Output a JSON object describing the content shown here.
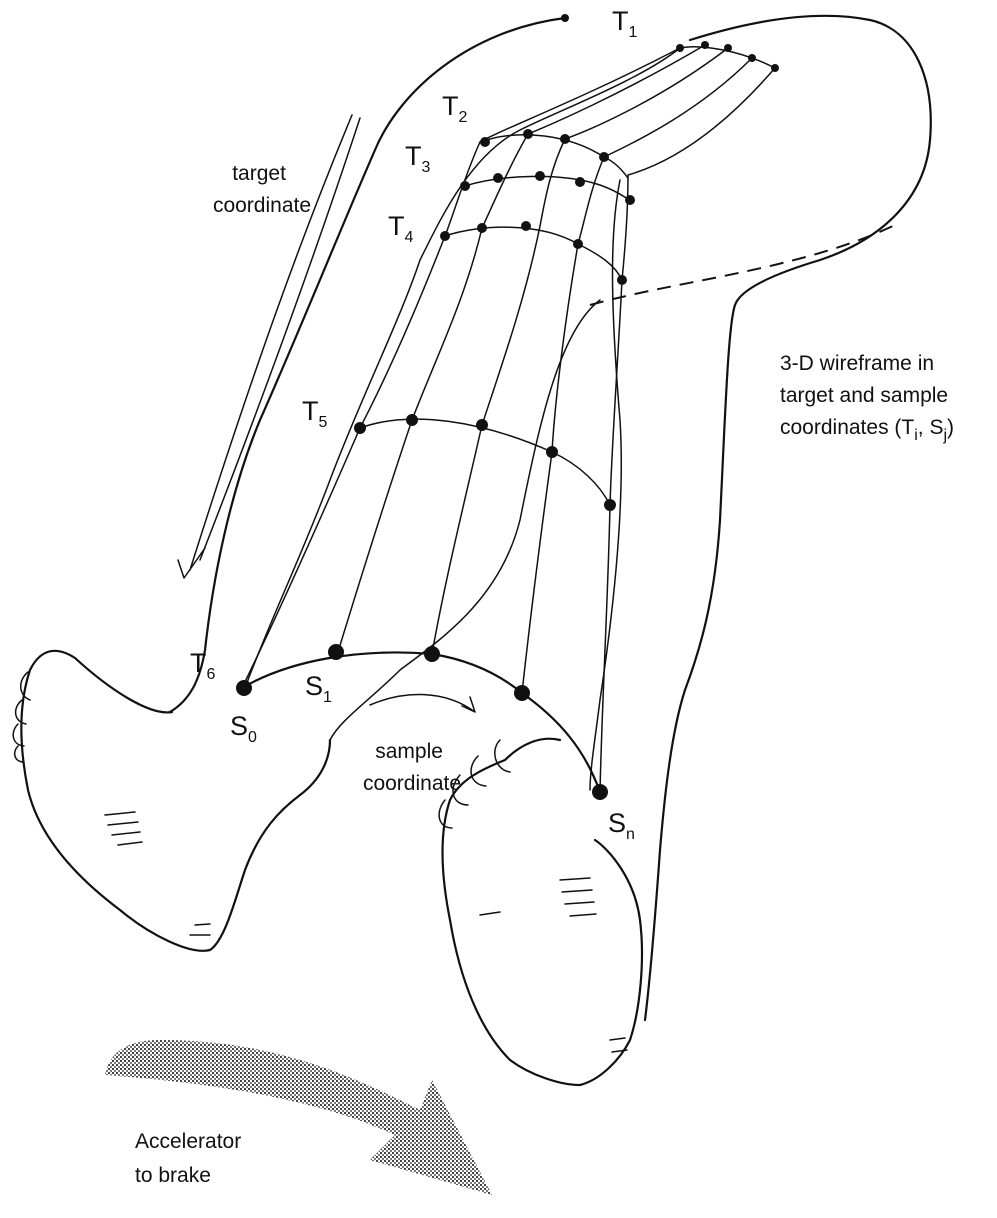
{
  "labels": {
    "T1": {
      "base": "T",
      "sub": "1"
    },
    "T2": {
      "base": "T",
      "sub": "2"
    },
    "T3": {
      "base": "T",
      "sub": "3"
    },
    "T4": {
      "base": "T",
      "sub": "4"
    },
    "T5": {
      "base": "T",
      "sub": "5"
    },
    "T6": {
      "base": "T",
      "sub": "6"
    },
    "S0": {
      "base": "S",
      "sub": "0"
    },
    "S1": {
      "base": "S",
      "sub": "1"
    },
    "Sn": {
      "base": "S",
      "sub": "n"
    }
  },
  "target_coordinate": {
    "line1": "target",
    "line2": "coordinate"
  },
  "sample_coordinate": {
    "line1": "sample",
    "line2": "coordinate"
  },
  "wireframe_note": {
    "line1": "3-D wireframe in",
    "line2": "target and sample",
    "line3_prefix": "coordinates (T",
    "line3_sub_i": "i",
    "line3_mid": ", S",
    "line3_sub_j": "j",
    "line3_suffix": ")"
  },
  "motion_note": {
    "line1": "Accelerator",
    "line2": "to brake"
  }
}
